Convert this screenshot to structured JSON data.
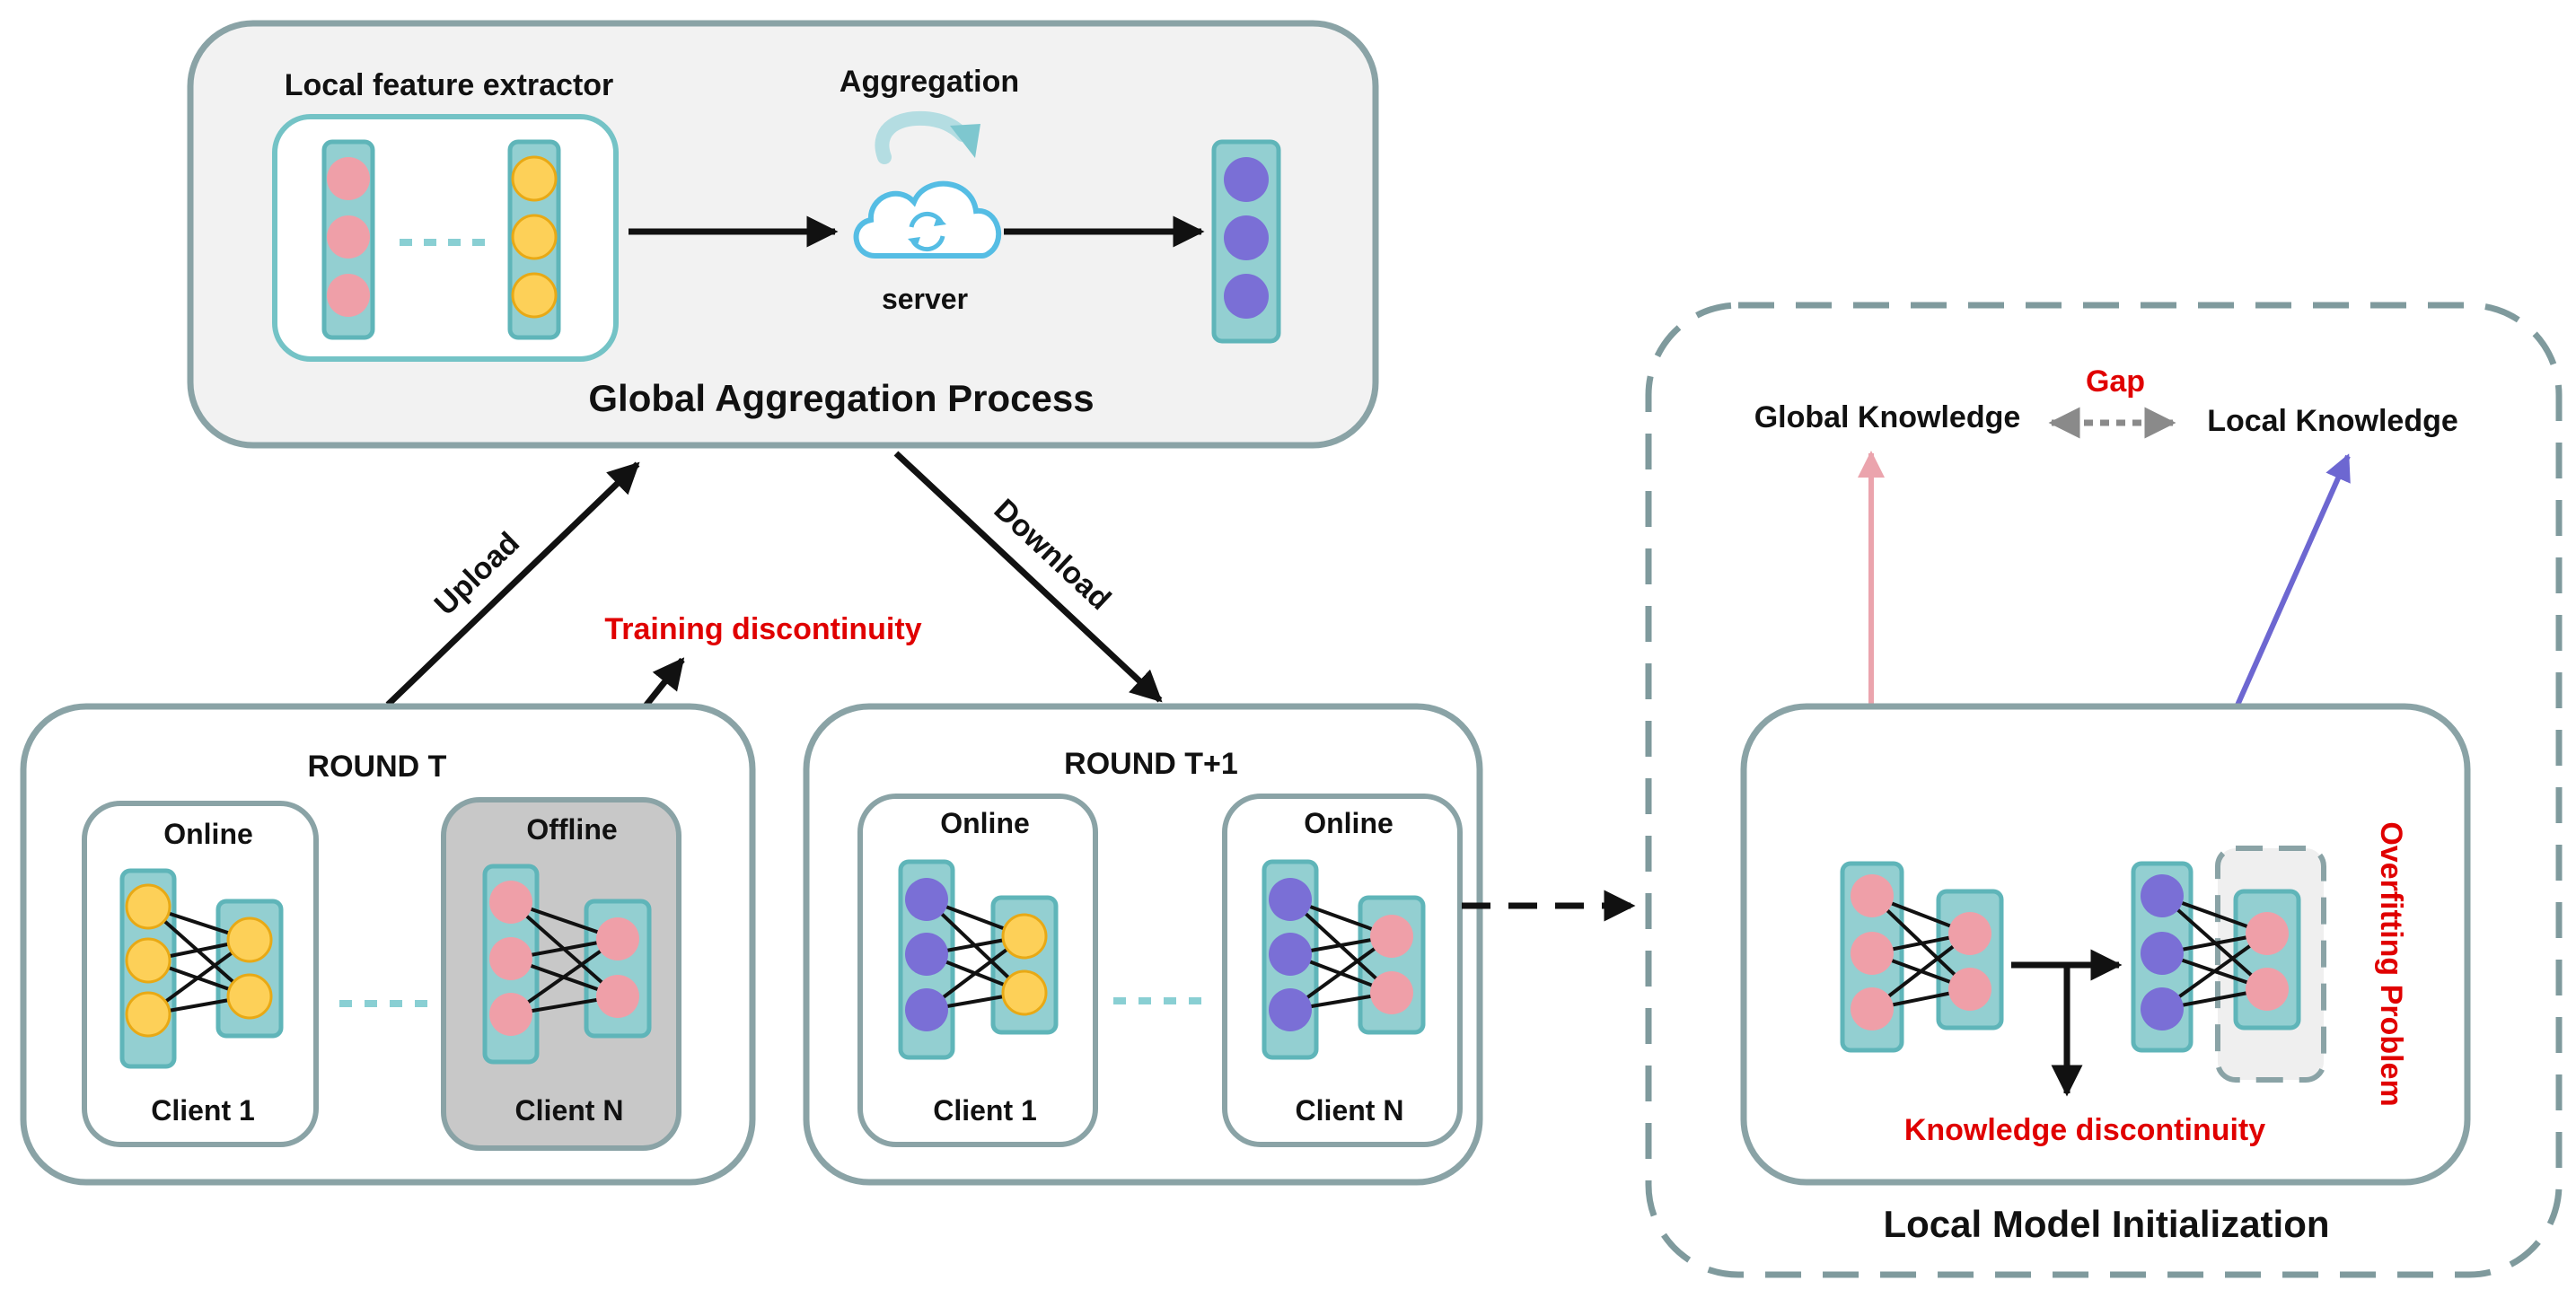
{
  "global": {
    "local_feature_extractor": "Local feature extractor",
    "aggregation": "Aggregation",
    "server": "server",
    "title": "Global Aggregation Process"
  },
  "arrows": {
    "upload": "Upload",
    "download": "Download",
    "training_discontinuity": "Training discontinuity"
  },
  "round_t": {
    "title": "ROUND T",
    "client1": {
      "status": "Online",
      "name": "Client 1"
    },
    "clientN": {
      "status": "Offline",
      "name": "Client N"
    }
  },
  "round_t1": {
    "title": "ROUND T+1",
    "client1": {
      "status": "Online",
      "name": "Client 1"
    },
    "clientN": {
      "status": "Online",
      "name": "Client N"
    }
  },
  "local_init": {
    "title": "Local Model Initialization",
    "global_knowledge": "Global Knowledge",
    "local_knowledge": "Local Knowledge",
    "gap": "Gap",
    "knowledge_discontinuity": "Knowledge discontinuity",
    "overfitting_problem": "Overfitting Problem"
  },
  "colors": {
    "pink": "#ef9fa8",
    "yellow": "#fdd058",
    "purple": "#7a6fd6",
    "teal_fill": "#93cfd1",
    "teal_stroke": "#5fb5b9",
    "box_stroke": "#8aa3a6",
    "offline_fill": "#c8c8c8",
    "highlight_red": "#e00000"
  }
}
